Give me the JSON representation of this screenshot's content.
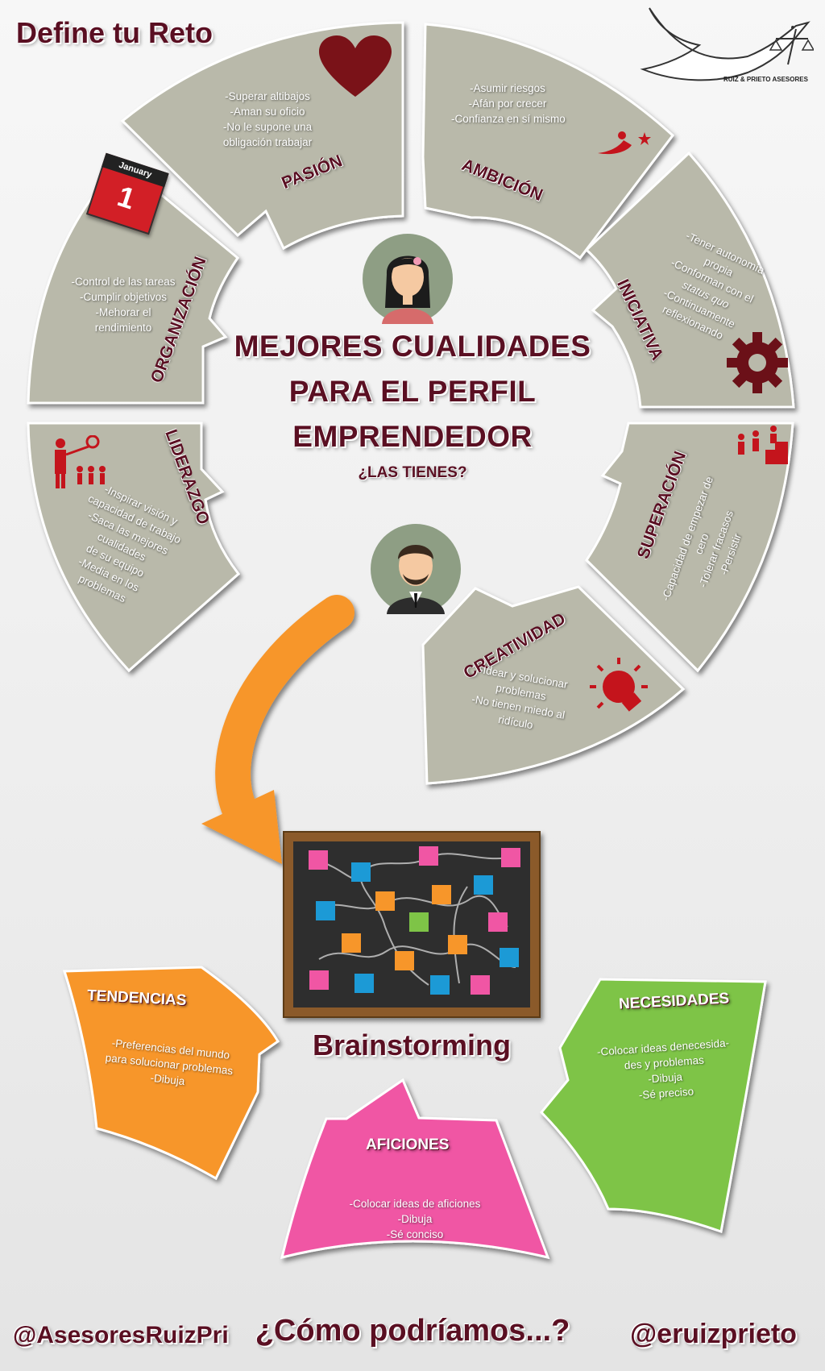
{
  "header": {
    "title": "Define tu Reto",
    "logo_text": "RUIZ & PRIETO ASESORES"
  },
  "center": {
    "title_lines": [
      "MEJORES CUALIDADES",
      "PARA EL PERFIL",
      "EMPRENDEDOR"
    ],
    "subtitle": "¿LAS TIENES?"
  },
  "segments": {
    "pasion": {
      "title": "PASIÓN",
      "lines": [
        "-Superar altibajos",
        "-Aman su oficio",
        "-No le supone una",
        "obligación trabajar"
      ]
    },
    "ambicion": {
      "title": "AMBICIÓN",
      "lines": [
        "-Asumir riesgos",
        "-Afán por crecer",
        "-Confianza en sí mismo"
      ]
    },
    "iniciativa": {
      "title": "INICIATIVA",
      "lines": [
        "-Tener autonomía",
        "propia",
        "-Conforman con el",
        "status quo",
        "-Continuamente",
        "reflexionando"
      ]
    },
    "superacion": {
      "title": "SUPERACIÓN",
      "lines": [
        "-Capacidad de empezar de",
        "cero",
        "-Tolerar fracasos",
        "-Persistir"
      ]
    },
    "creatividad": {
      "title": "CREATIVIDAD",
      "lines": [
        "-Idear y solucionar",
        "problemas",
        "-No tienen miedo al",
        "ridículo"
      ]
    },
    "liderazgo": {
      "title": "LIDERAZGO",
      "lines": [
        "-Inspirar visión y",
        "capacidad de trabajo",
        "-Saca las mejores",
        "cualidades",
        "de su equipo",
        "-Media en los",
        "problemas"
      ]
    },
    "organizacion": {
      "title": "ORGANIZACIÓN",
      "lines": [
        "-Control de las tareas",
        "-Cumplir objetivos",
        "-Mehorar el",
        "rendimiento"
      ]
    }
  },
  "calendar": {
    "month": "January",
    "day": "1"
  },
  "brainstorm": {
    "label": "Brainstorming"
  },
  "bottom": {
    "tendencias": {
      "title": "TENDENCIAS",
      "lines": [
        "-Preferencias del mundo",
        "para solucionar problemas",
        "-Dibuja"
      ]
    },
    "aficiones": {
      "title": "AFICIONES",
      "lines": [
        "-Colocar ideas de aficiones",
        "-Dibuja",
        "-Sé conciso"
      ]
    },
    "necesidades": {
      "title": "NECESIDADES",
      "lines": [
        "-Colocar ideas denecesida-",
        "des y problemas",
        "-Dibuja",
        "-Sé preciso"
      ]
    }
  },
  "footer": {
    "left": "@AsesoresRuizPri",
    "center": "¿Cómo podríamos...?",
    "right": "@eruizprieto"
  },
  "colors": {
    "segment": "#b9b9aa",
    "maroon": "#5a0f22",
    "red": "#c4141c",
    "orange": "#f7962b",
    "pink": "#f056a4",
    "green": "#7ec446"
  }
}
